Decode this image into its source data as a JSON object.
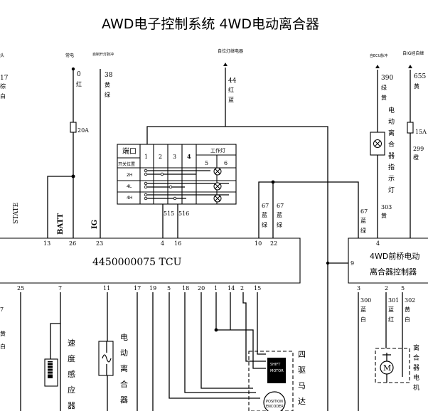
{
  "title": "AWD电子控制系统 4WD电动离合器",
  "top_labels": {
    "l0": "头",
    "l1": "常电",
    "l2": "自制开灯脉冲",
    "l3": "自位灯继电器",
    "l4": "自ECU脉冲",
    "l5": "自IG经自继"
  },
  "wires": {
    "w17": "17",
    "w17_color": "棕白",
    "w0": "0",
    "w0_color": "红",
    "w38": "38",
    "w38_color": "黄绿",
    "w44": "44",
    "w44_color": "红蓝",
    "w390": "390",
    "w390_color": "绿黄",
    "w655": "655",
    "w655_color": "黄",
    "w299": "299",
    "w299_color": "橙",
    "w303": "303",
    "w303_color": "黄",
    "w67a": "67",
    "w67a_color": "蓝绿",
    "w67b": "67",
    "w67b_color": "蓝绿",
    "w67c": "67",
    "w67c_color": "蓝绿",
    "w515": "515",
    "w516": "516",
    "w300": "300",
    "w300_color": "蓝白",
    "w301": "301",
    "w301_color": "蓝红",
    "w302": "302",
    "w302_color": "黄白",
    "w7_left": "7",
    "w7_left_color": "黄白"
  },
  "fuses": {
    "f1": "20A",
    "f2": "15A"
  },
  "side_labels": {
    "batt": "BATT",
    "ig": "IG",
    "left_cut": "STATE"
  },
  "tcu": {
    "label": "4450000075  TCU",
    "top_pins": [
      "13",
      "26",
      "23",
      "4",
      "16",
      "10",
      "22"
    ],
    "bottom_pins": [
      "25",
      "7",
      "11",
      "17",
      "19",
      "5",
      "18",
      "20",
      "1",
      "14",
      "2",
      "15"
    ]
  },
  "switch_table": {
    "port": "端口",
    "mode": "开关位置",
    "lamp": "工作灯",
    "cols": [
      "1",
      "2",
      "3",
      "4",
      "5",
      "6"
    ],
    "rows": [
      "2H",
      "4L",
      "4H"
    ]
  },
  "indicator_label": "电动离合器指示灯",
  "controller": {
    "line1": "4WD前桥电动",
    "line2": "离合器控制器",
    "top_pin": "4",
    "side_pin": "9",
    "bottom_pins": [
      "3",
      "2",
      "5"
    ]
  },
  "sensors": {
    "speed": "速度感应器",
    "clutch": "电动离合器"
  },
  "drive_motor_label": "四驱马达",
  "motor_chip": "SHIFT\nMOTOR",
  "position_chip": "POSITION\nENCODER",
  "clutch_motor_label": "离合器电机",
  "colors": {
    "line": "#000000",
    "background": "#ffffff"
  }
}
